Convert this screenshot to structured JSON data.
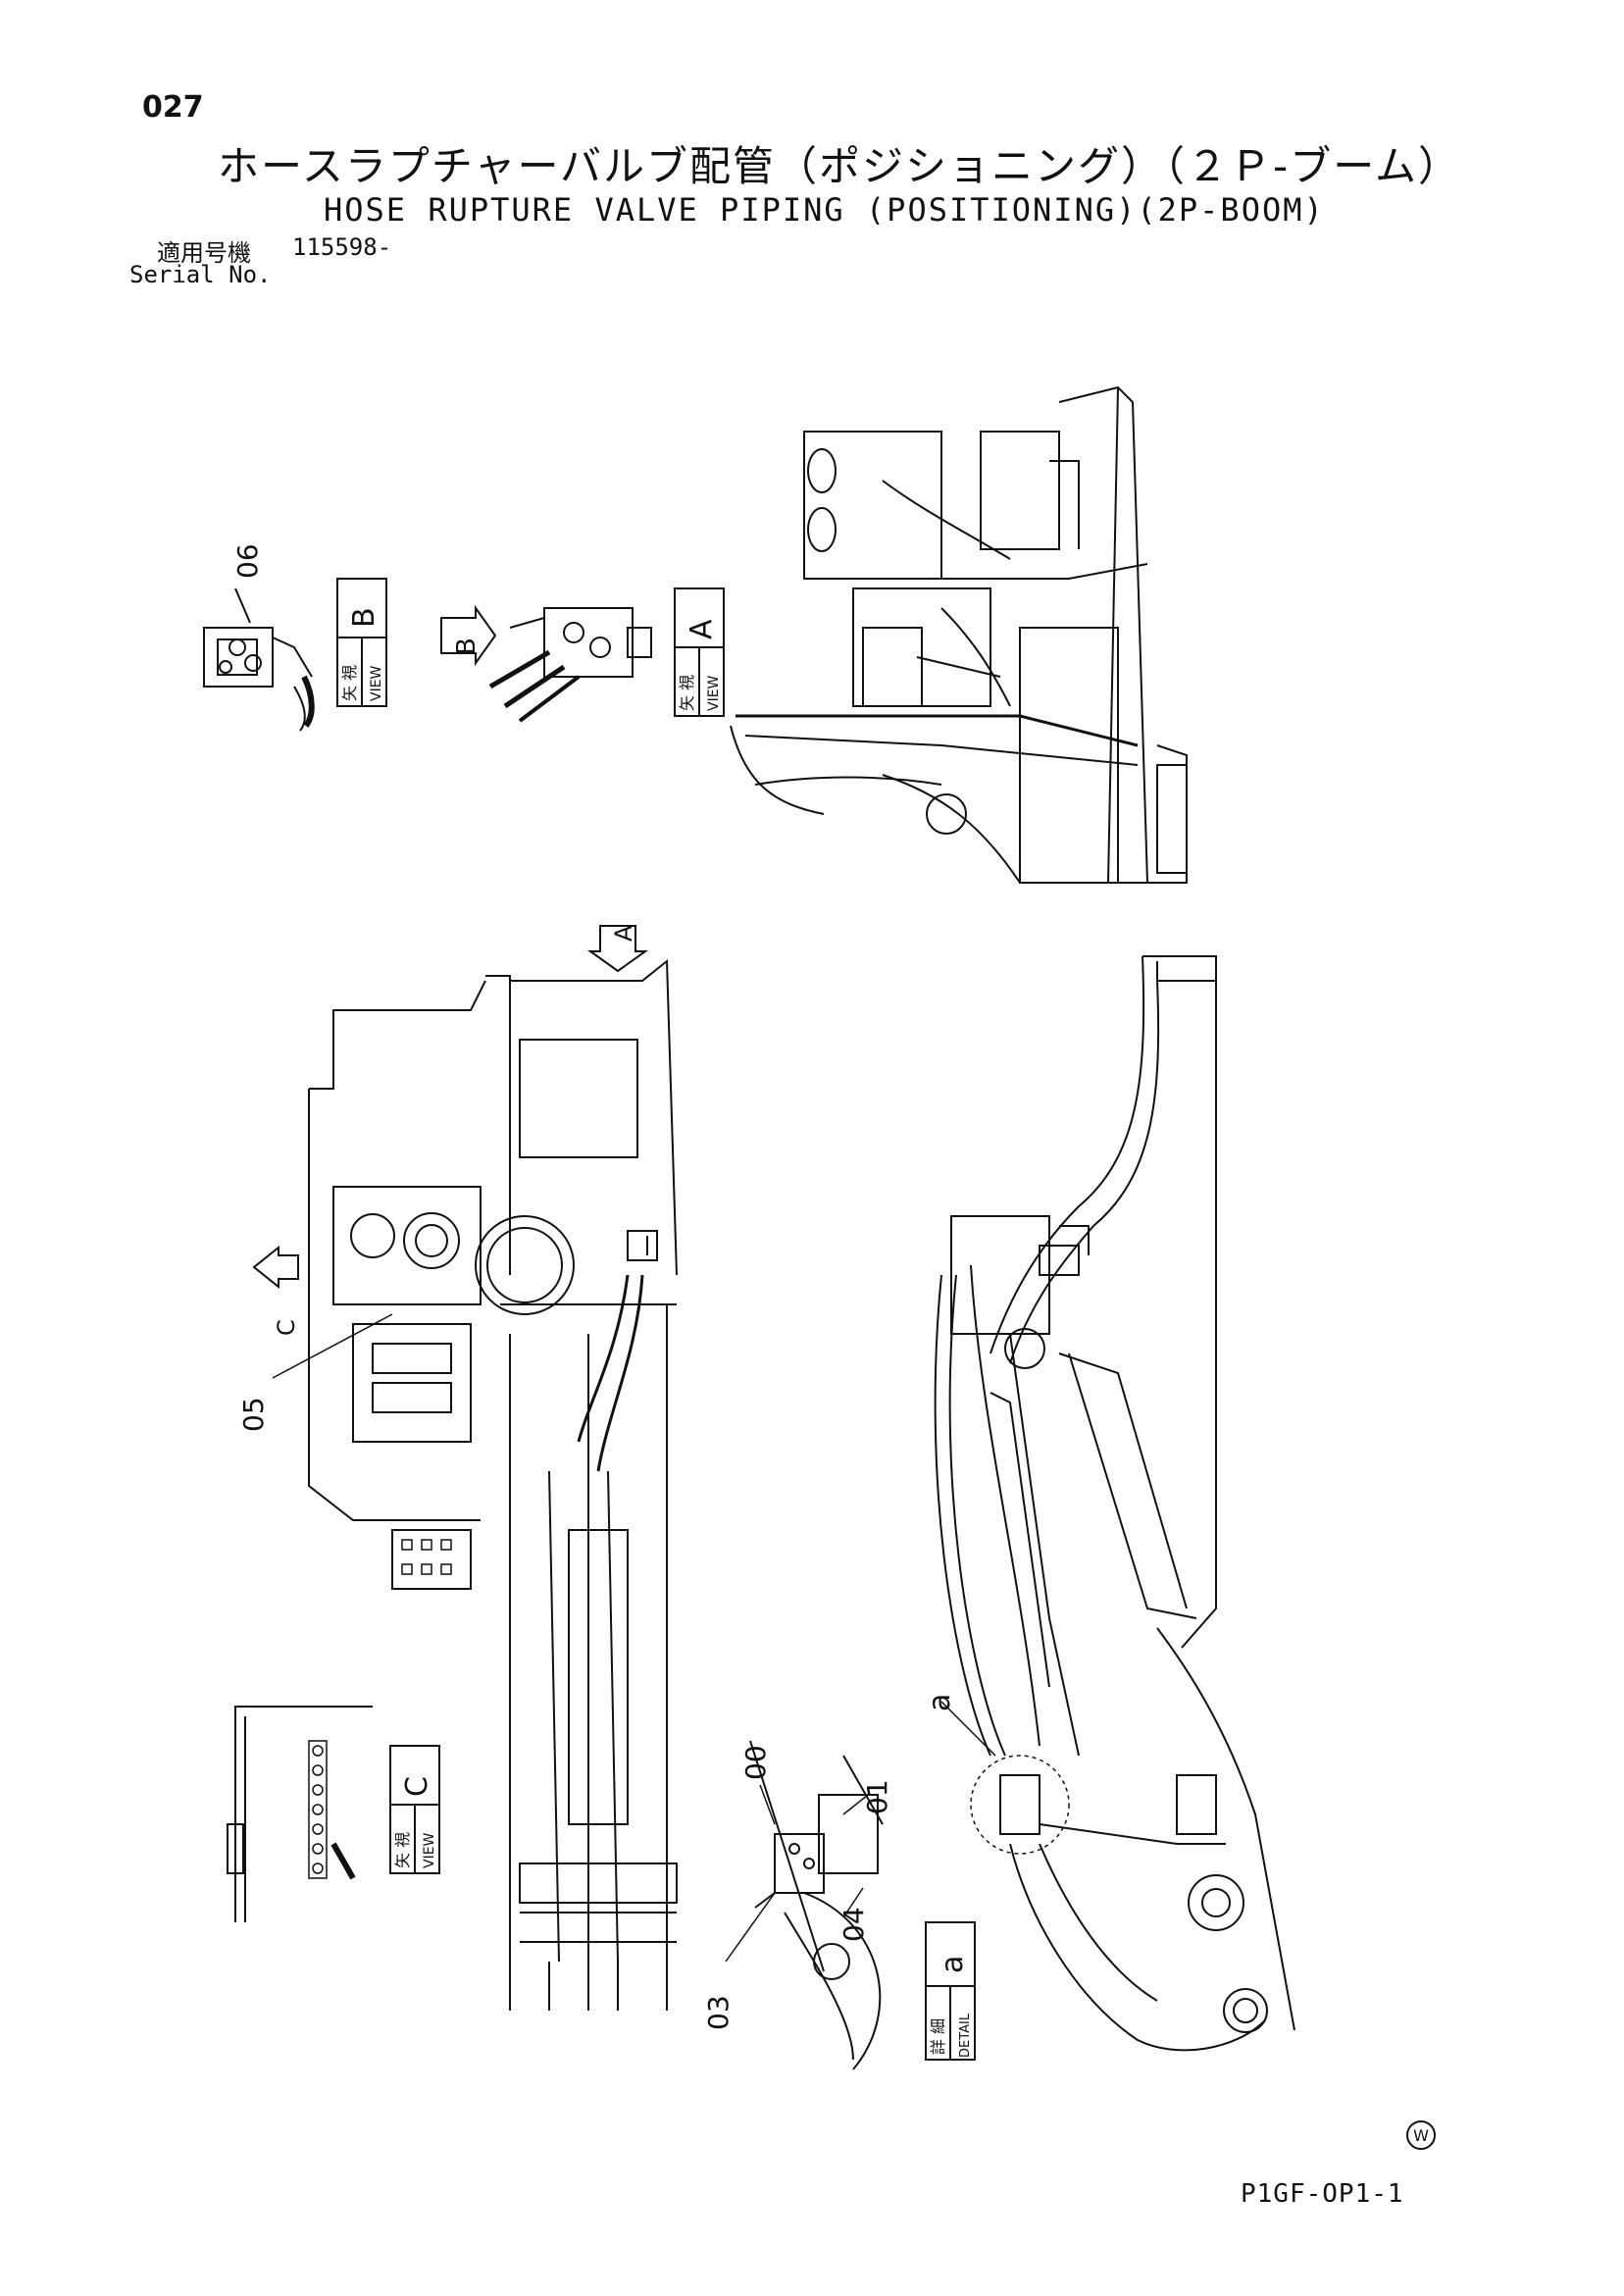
{
  "header": {
    "page_number": "027",
    "title_jp": "ホースラプチャーバルブ配管（ポジショニング）（２Ｐ-ブーム）",
    "title_en": "HOSE RUPTURE VALVE PIPING (POSITIONING)(2P-BOOM)",
    "serial_label_jp": "適用号機",
    "serial_value": "115598-",
    "serial_label_en": "Serial No."
  },
  "views": {
    "view_a": {
      "jp": "矢 視",
      "en": "VIEW",
      "letter": "A"
    },
    "view_b": {
      "jp": "矢 視",
      "en": "VIEW",
      "letter": "B"
    },
    "view_c": {
      "jp": "矢 視",
      "en": "VIEW",
      "letter": "C"
    },
    "detail_a": {
      "jp": "詳 細",
      "en": "DETAIL",
      "letter": "a"
    }
  },
  "arrows": {
    "arrow_a": "A",
    "arrow_b": "B",
    "arrow_c": "C"
  },
  "callouts": {
    "c00": "00",
    "c01": "01",
    "c03": "03",
    "c04": "04",
    "c05": "05",
    "c06": "06",
    "ca": "a"
  },
  "footer": {
    "drawing_code": "P1GF-OP1-1",
    "mark": "W"
  }
}
